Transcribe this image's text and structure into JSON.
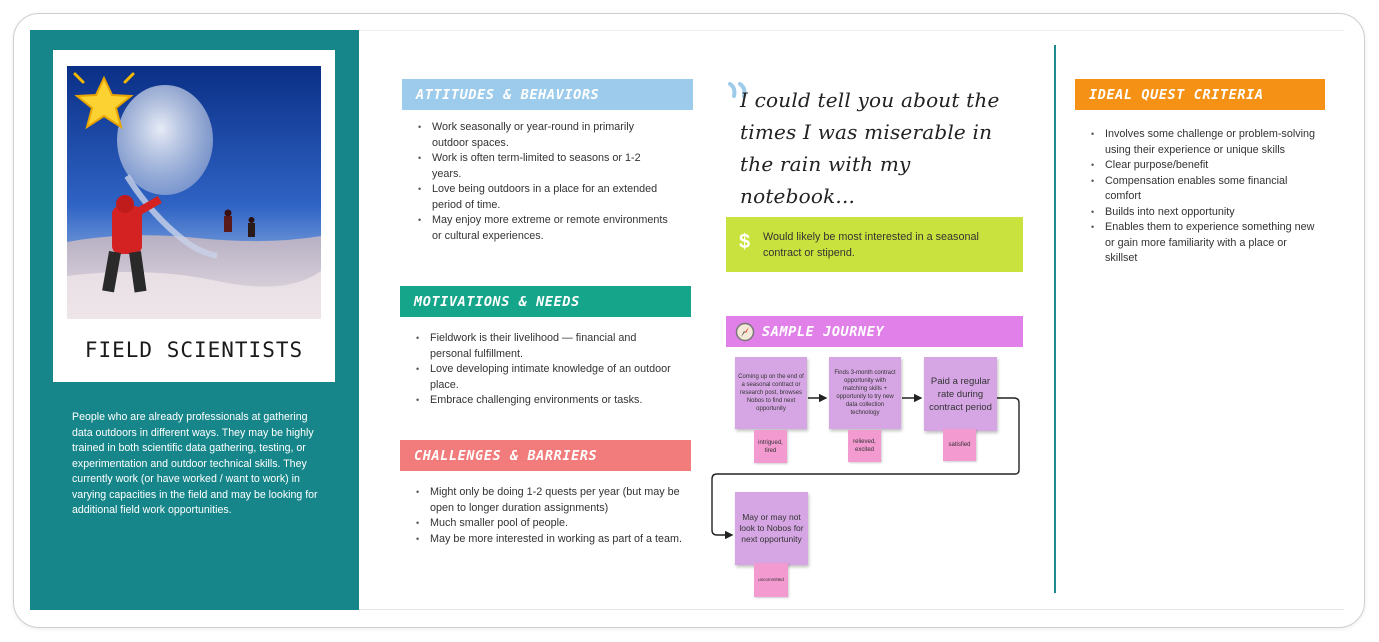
{
  "persona": {
    "title": "FIELD SCIENTISTS",
    "description": "People who are already professionals at gathering data outdoors in different ways. They may be highly trained in both scientific data gathering, testing, or experimentation and outdoor technical skills. They currently work (or have worked / want to work) in varying capacities in the field and may be looking for additional field work opportunities.",
    "photo_icon": "star-icon"
  },
  "attitudes": {
    "header": "ATTITUDES & BEHAVIORS",
    "items": [
      "Work seasonally or year-round in primarily outdoor spaces.",
      "Work is often term-limited to seasons or 1-2 years.",
      "Love being outdoors in a place for an extended period of time.",
      "May enjoy more extreme or remote environments or cultural experiences."
    ]
  },
  "motivations": {
    "header": "MOTIVATIONS & NEEDS",
    "items": [
      "Fieldwork is their livelihood — financial and personal fulfillment.",
      "Love developing intimate knowledge of an outdoor place.",
      "Embrace challenging environments or tasks."
    ]
  },
  "challenges": {
    "header": "CHALLENGES & BARRIERS",
    "items": [
      "Might only be doing 1-2 quests per year (but may be open to longer duration assignments)",
      "Much smaller pool of people.",
      "May be more interested in working as part of a team."
    ]
  },
  "quote": {
    "text": "I could tell you about the times I was miserable in the rain with my notebook..."
  },
  "compensation": {
    "icon": "dollar-icon",
    "text": "Would likely be most interested in a seasonal contract or stipend."
  },
  "journey": {
    "header": "SAMPLE JOURNEY",
    "icon": "compass-icon",
    "steps": [
      {
        "text": "Coming up on the end of a seasonal contract or research post, browses Nobos to find next opportunity",
        "emotion": "intrigued, tired"
      },
      {
        "text": "Finds 3-month contract opportunity with matching skills + opportunity to try new data collection technology",
        "emotion": "relieved, excited"
      },
      {
        "text": "Paid a regular rate during contract period",
        "emotion": "satisfied"
      },
      {
        "text": "May or may not look to Nobos for next opportunity",
        "emotion": "uncommitted"
      }
    ]
  },
  "ideal": {
    "header": "IDEAL QUEST CRITERIA",
    "items": [
      "Involves some challenge or problem-solving using their experience or unique skills",
      "Clear purpose/benefit",
      "Compensation enables some financial comfort",
      "Builds into next opportunity",
      "Enables them to experience something new or gain more familiarity with a place or skillset"
    ]
  },
  "colors": {
    "teal_panel": "#17868a",
    "attitudes": "#9dcbeb",
    "motivations": "#14a58a",
    "challenges": "#f27b7b",
    "ideal": "#f59215",
    "journey": "#e080e8",
    "compensation": "#c9e23d",
    "sticky_purple": "#d6a6e4",
    "sticky_pink": "#f39ad0"
  }
}
